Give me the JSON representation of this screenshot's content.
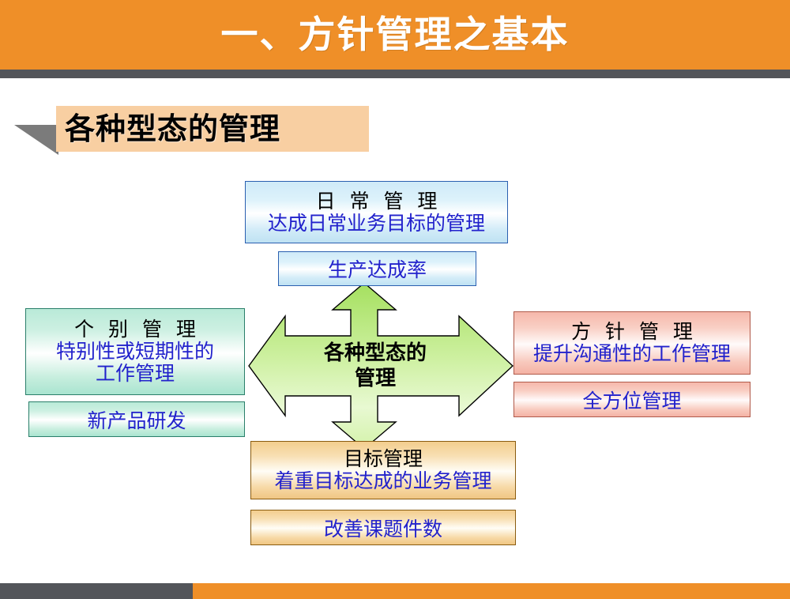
{
  "slide": {
    "header": {
      "title": "一、方针管理之基本",
      "bg_color": "#ef8f28",
      "text_color": "#ffffff",
      "underbar_color": "#53555a"
    },
    "subtitle": {
      "text": "各种型态的管理",
      "band_color": "#f8cfa2",
      "wedge_color": "#7b7b7b"
    },
    "footer": {
      "gray_color": "#53555a",
      "orange_color": "#ef8f28"
    }
  },
  "chart_data": {
    "type": "diagram",
    "title": "各种型态的管理",
    "center": {
      "label_line1": "各种型态的",
      "label_line2": "管理",
      "shape": "four-way-arrow",
      "fill_color": "#b5e87a",
      "text_color": "#000000"
    },
    "arrow_directions": [
      "up",
      "down",
      "left",
      "right"
    ],
    "nodes": [
      {
        "id": "daily",
        "position": "top",
        "title": "日 常 管 理",
        "desc": "达成日常业务目标的管理",
        "indicator": "生产达成率",
        "fill": "blue",
        "title_color": "#000000",
        "desc_color": "#2222cc"
      },
      {
        "id": "individual",
        "position": "left",
        "title": "个 别 管 理",
        "desc_line1": "特别性或短期性的",
        "desc_line2": "工作管理",
        "indicator": "新产品研发",
        "fill": "green",
        "title_color": "#000000",
        "desc_color": "#2222cc"
      },
      {
        "id": "policy",
        "position": "right",
        "title": "方 针 管 理",
        "desc": "提升沟通性的工作管理",
        "indicator": "全方位管理",
        "fill": "pink",
        "title_color": "#000000",
        "desc_color": "#2222cc"
      },
      {
        "id": "objective",
        "position": "bottom",
        "title": "目标管理",
        "desc": "着重目标达成的业务管理",
        "indicator": "改善课题件数",
        "fill": "orange",
        "title_color": "#000000",
        "desc_color": "#2222cc"
      }
    ]
  }
}
